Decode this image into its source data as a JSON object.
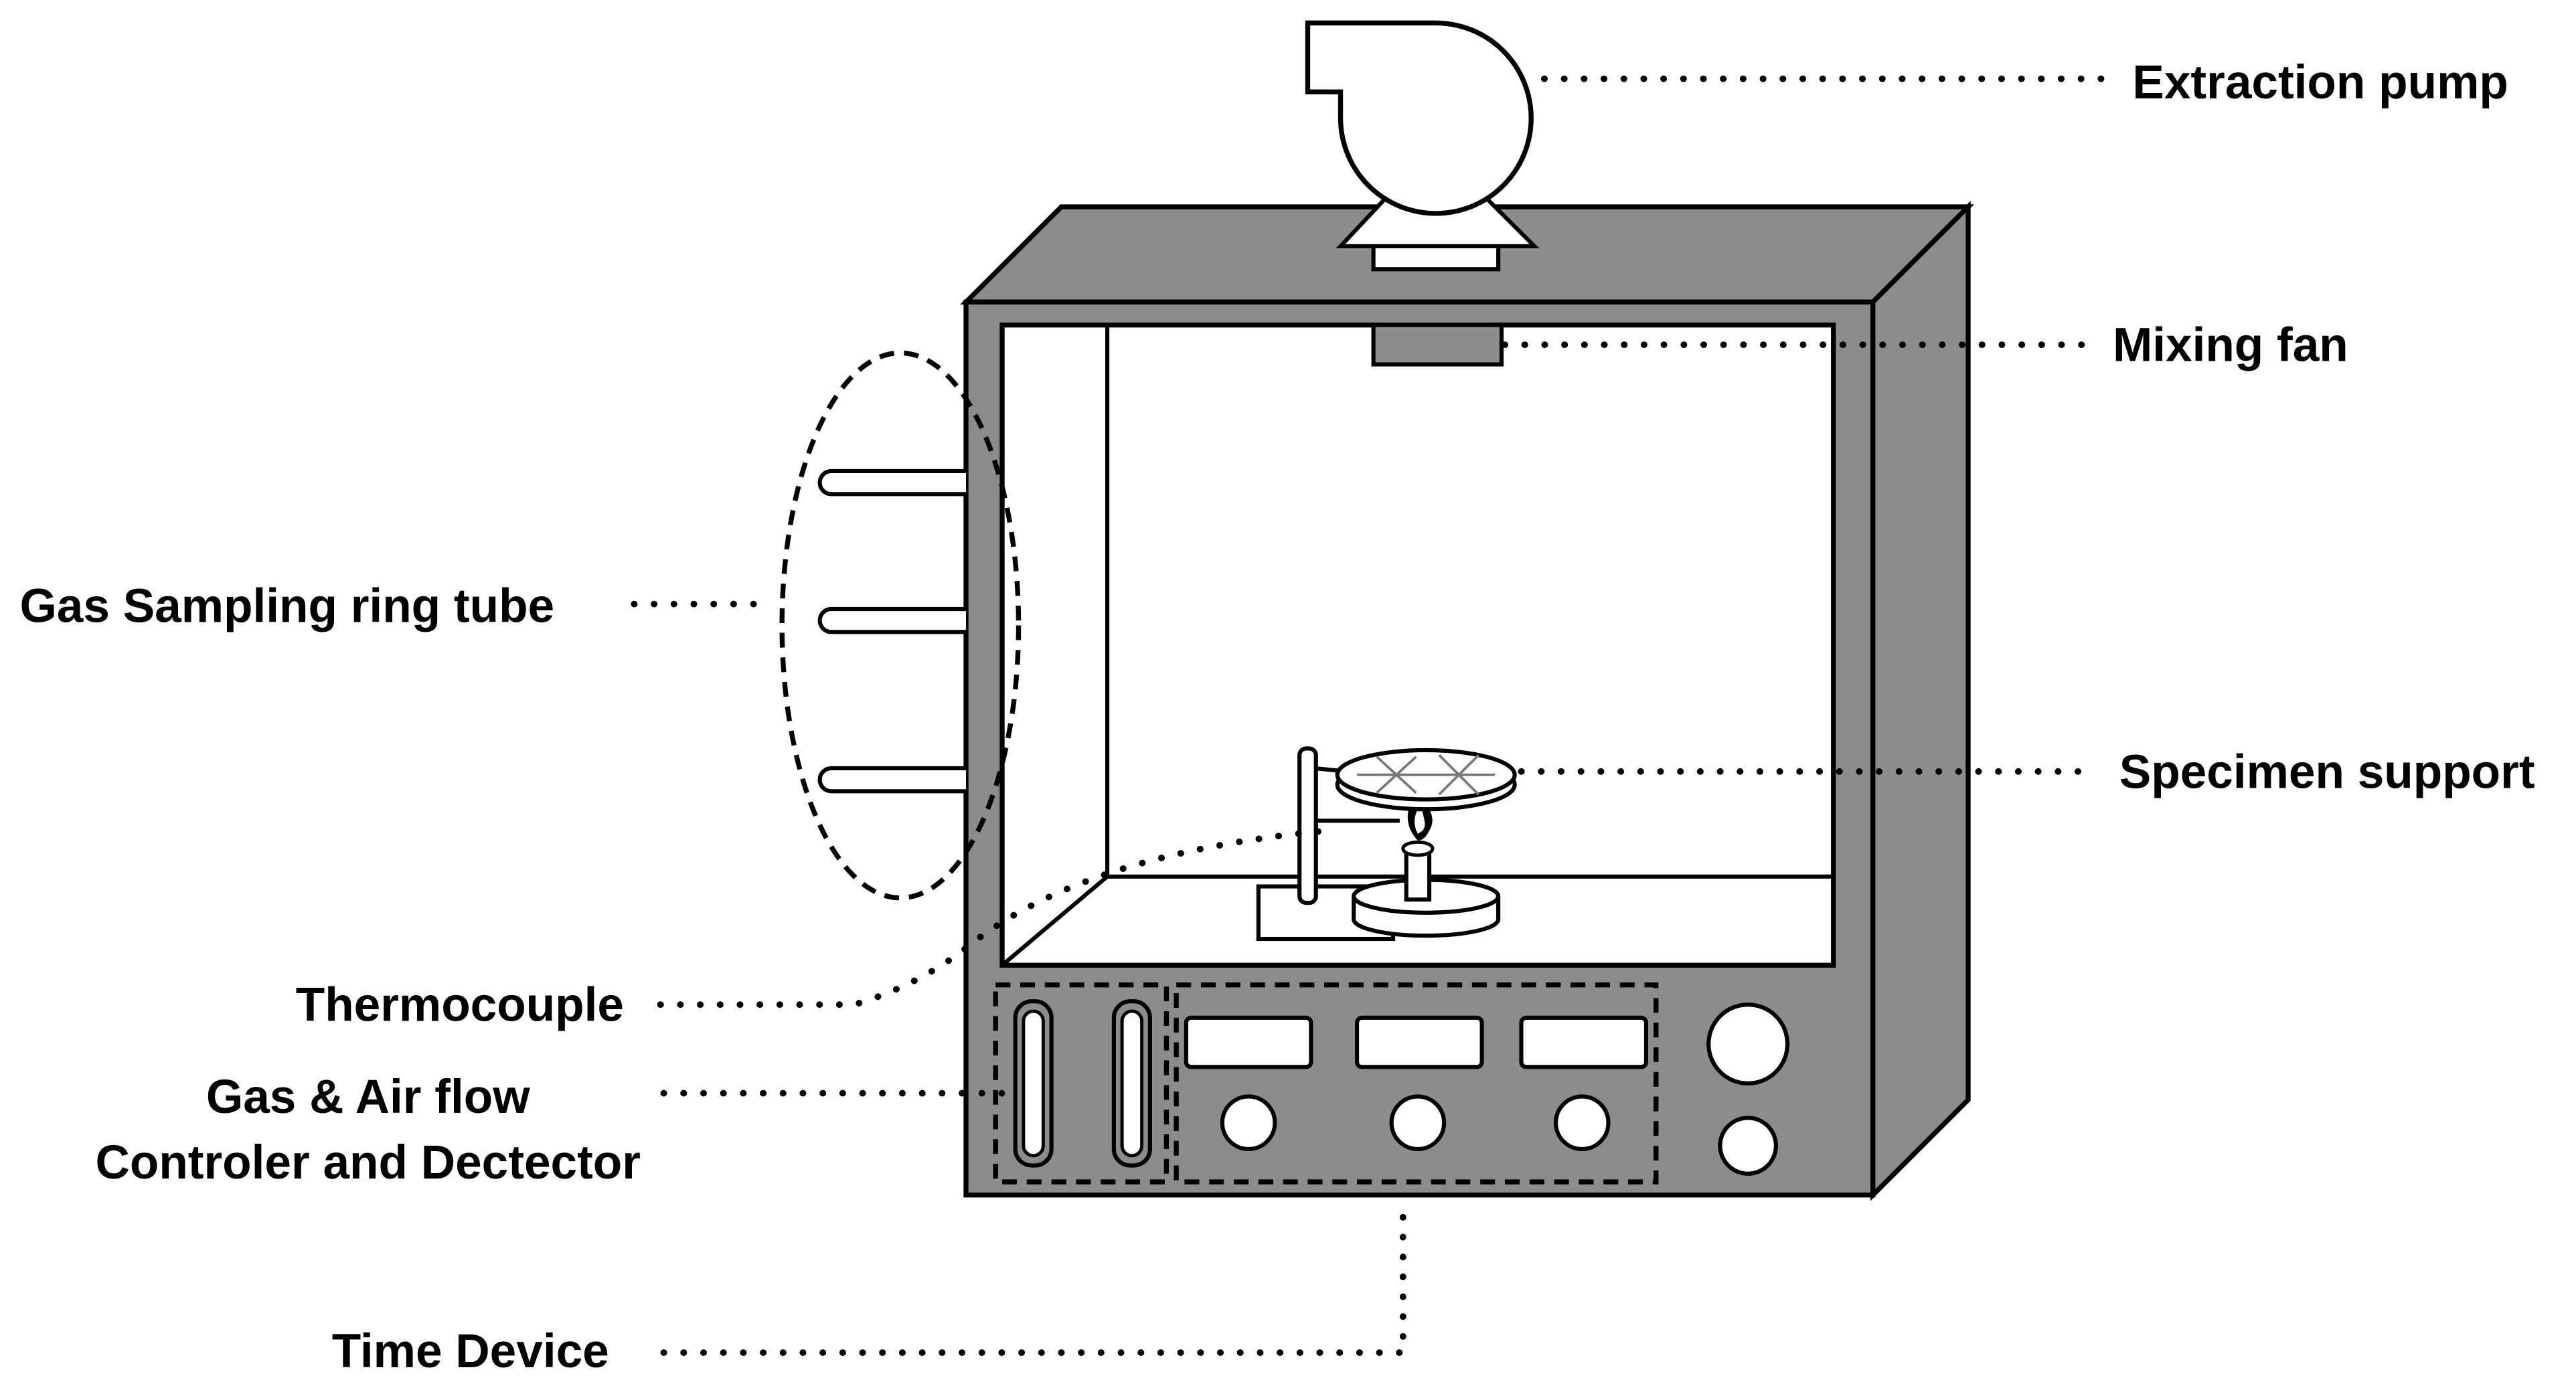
{
  "labels": {
    "extraction_pump": "Extraction pump",
    "mixing_fan": "Mixing fan",
    "gas_sampling": "Gas Sampling ring tube",
    "specimen_support": "Specimen support",
    "thermocouple": "Thermocouple",
    "gas_air_flow_line1": "Gas & Air flow",
    "gas_air_flow_line2": "Controler and Dectector",
    "time_device": "Time Device"
  },
  "colors": {
    "chamber_body": "#8c8c8c",
    "chamber_side": "#8c8c8c",
    "interior": "#ffffff",
    "line": "#000000"
  }
}
